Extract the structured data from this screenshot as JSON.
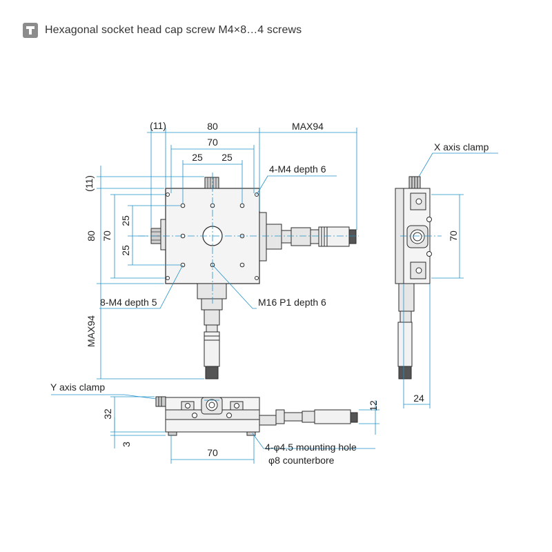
{
  "header": {
    "icon": "screw-icon",
    "icon_color": "#8c8c8c",
    "text": "Hexagonal socket head cap screw M4×8…4 screws"
  },
  "colors": {
    "outline": "#2a2a2a",
    "dimension": "#1e90c8",
    "fill": "#f2f2f2",
    "dark_fill": "#cfcfcf"
  },
  "labels": {
    "dim_11_top": "(11)",
    "dim_80_top": "80",
    "dim_max94_top": "MAX94",
    "dim_70_top": "70",
    "dim_25_top_a": "25",
    "dim_25_top_b": "25",
    "m4_depth6": "4-M4 depth 6",
    "dim_11_left": "(11)",
    "dim_80_left": "80",
    "dim_70_left": "70",
    "dim_25_left_a": "25",
    "dim_25_left_b": "25",
    "m4_depth5": "8-M4 depth 5",
    "m16": "M16 P1 depth 6",
    "dim_max94_left": "MAX94",
    "x_axis_clamp": "X axis clamp",
    "dim_70_right": "70",
    "dim_24": "24",
    "y_axis_clamp": "Y axis clamp",
    "dim_32": "32",
    "dim_3": "3",
    "dim_12": "12",
    "dim_70_bottom": "70",
    "mounting_hole": "4-φ4.5 mounting hole",
    "counterbore": "φ8 counterbore"
  }
}
